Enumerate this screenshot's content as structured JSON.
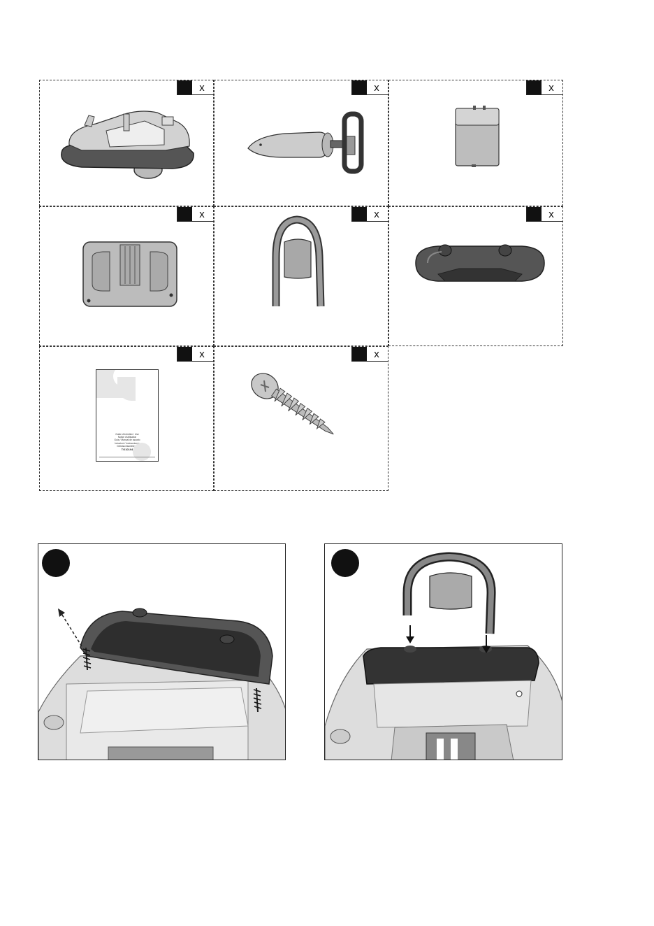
{
  "parts": [
    {
      "id": "car-body",
      "qty": "",
      "x": "x",
      "icon": "bumper-car-body-icon"
    },
    {
      "id": "steering-column",
      "qty": "",
      "x": "x",
      "icon": "steering-column-icon"
    },
    {
      "id": "battery-box",
      "qty": "",
      "x": "x",
      "icon": "battery-cover-icon"
    },
    {
      "id": "seat-cover",
      "qty": "",
      "x": "x",
      "icon": "seat-cover-icon"
    },
    {
      "id": "backrest-frame",
      "qty": "",
      "x": "x",
      "icon": "backrest-frame-icon"
    },
    {
      "id": "rear-bumper",
      "qty": "",
      "x": "x",
      "icon": "rear-bumper-icon"
    },
    {
      "id": "manual",
      "qty": "",
      "x": "x",
      "icon": "instruction-manual-icon",
      "manual_lines": [
        "Guide d'entretien / Use",
        "Notice d'utilisation",
        "Guía / Manual de usuario",
        "Istruzioni / Instrucciones",
        "Gebrauchsanleitung"
      ],
      "manual_code": "TG10194"
    },
    {
      "id": "screw",
      "qty": "",
      "x": "x",
      "icon": "screw-icon"
    }
  ],
  "steps": [
    {
      "number": "",
      "icon": "remove-screws-illustration"
    },
    {
      "number": "",
      "icon": "attach-backrest-illustration"
    }
  ]
}
